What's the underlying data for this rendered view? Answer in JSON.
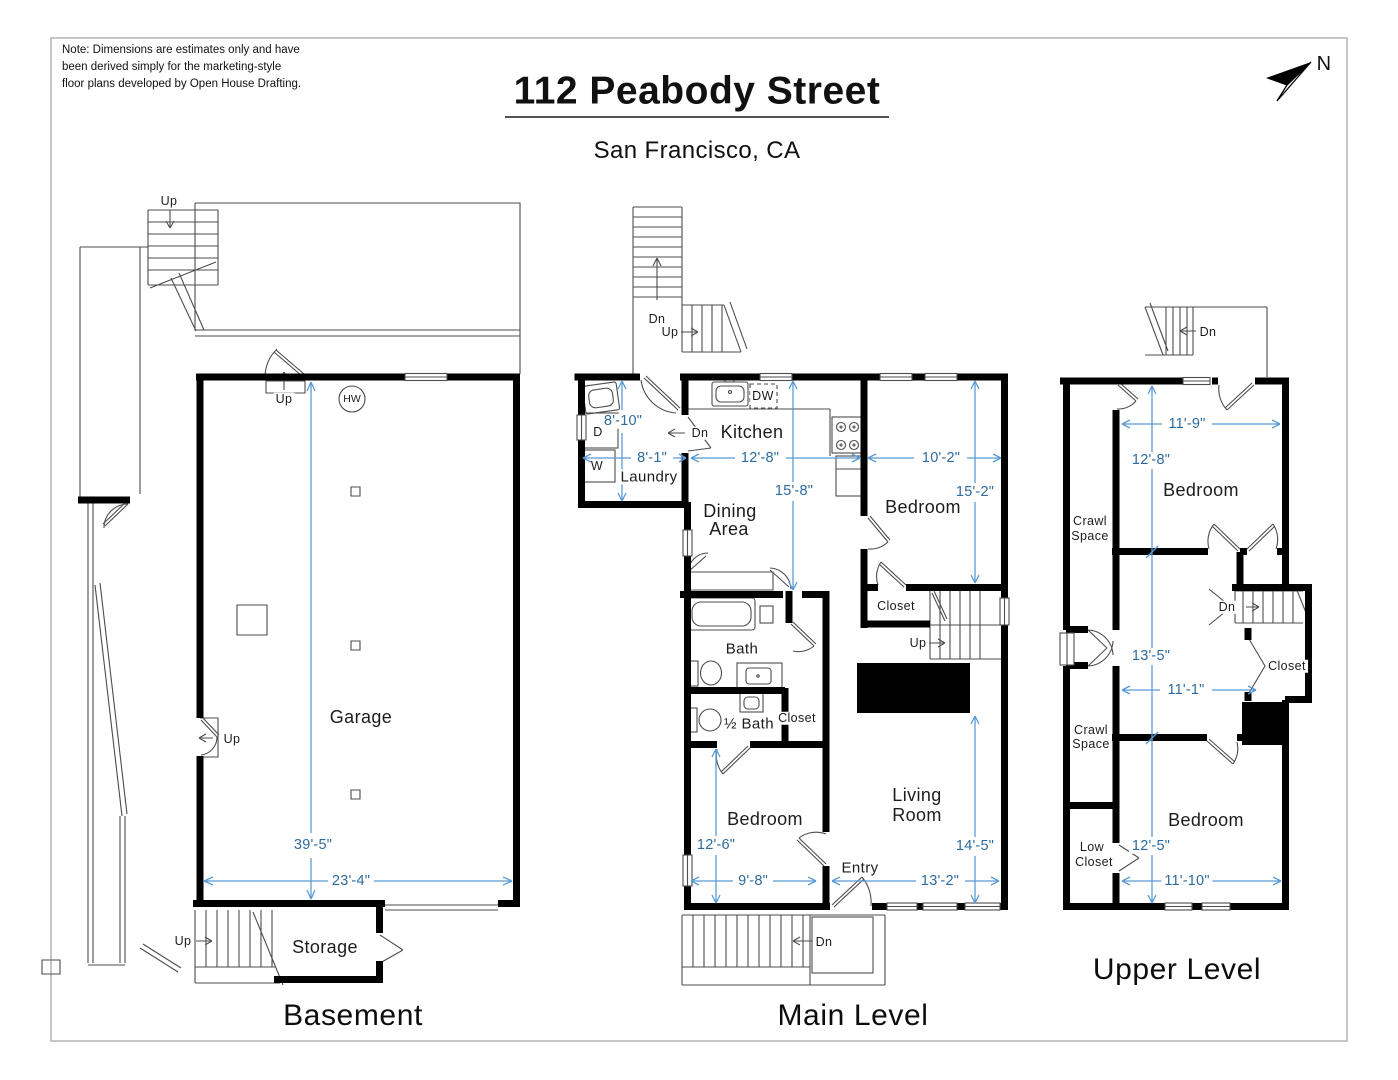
{
  "note": {
    "line1": "Note: Dimensions are estimates only and have",
    "line2": "been derived simply for the marketing-style",
    "line3": "floor plans developed by Open House Drafting."
  },
  "header": {
    "title": "112 Peabody Street",
    "subtitle": "San Francisco, CA"
  },
  "compass": {
    "north": "N"
  },
  "colors": {
    "wall": "#000000",
    "thin_line": "#4d4d4d",
    "dimension_line": "#5b9bd5",
    "dimension_text": "#2d6b9e",
    "page_border": "#b3b3b3"
  },
  "basement": {
    "caption": "Basement",
    "rooms": {
      "garage": "Garage",
      "storage": "Storage"
    },
    "equipment": {
      "water_heater": "HW"
    },
    "stairs": {
      "top": "Up",
      "deck_door": "Up",
      "side_door": "Up",
      "storage": "Up"
    },
    "dims": {
      "garage_depth": "39'-5\"",
      "garage_width": "23'-4\""
    }
  },
  "main": {
    "caption": "Main Level",
    "rooms": {
      "kitchen": "Kitchen",
      "laundry": "Laundry",
      "dining_line1": "Dining",
      "dining_line2": "Area",
      "bedroom_rear": "Bedroom",
      "closet_rear": "Closet",
      "bath": "Bath",
      "half_bath": "½ Bath",
      "closet_hall": "Closet",
      "bedroom_front": "Bedroom",
      "living_line1": "Living",
      "living_line2": "Room",
      "entry": "Entry"
    },
    "appliances": {
      "dishwasher": "DW",
      "dryer": "D",
      "washer": "W"
    },
    "stairs": {
      "exterior_down": "Dn",
      "exterior_up": "Up",
      "kitchen_door_down": "Dn",
      "interior_up": "Up",
      "porch_down": "Dn"
    },
    "dims": {
      "laundry_depth": "8'-10\"",
      "laundry_width": "8'-1\"",
      "kitchen_width": "12'-8\"",
      "bedroom_rear_width": "10'-2\"",
      "dining_depth": "15'-8\"",
      "bedroom_rear_depth": "15'-2\"",
      "bedroom_front_depth": "12'-6\"",
      "bedroom_front_width": "9'-8\"",
      "living_depth": "14'-5\"",
      "living_width": "13'-2\""
    }
  },
  "upper": {
    "caption": "Upper Level",
    "rooms": {
      "bedroom_rear": "Bedroom",
      "bedroom_front": "Bedroom",
      "crawl_rear_line1": "Crawl",
      "crawl_rear_line2": "Space",
      "crawl_front_line1": "Crawl",
      "crawl_front_line2": "Space",
      "closet": "Closet",
      "low_closet_line1": "Low",
      "low_closet_line2": "Closet"
    },
    "stairs": {
      "exterior_down": "Dn",
      "interior_down": "Dn"
    },
    "dims": {
      "bedroom_rear_width": "11'-9\"",
      "bedroom_rear_depth": "12'-8\"",
      "hall_depth": "13'-5\"",
      "hall_width": "11'-1\"",
      "bedroom_front_depth": "12'-5\"",
      "bedroom_front_width": "11'-10\""
    }
  }
}
